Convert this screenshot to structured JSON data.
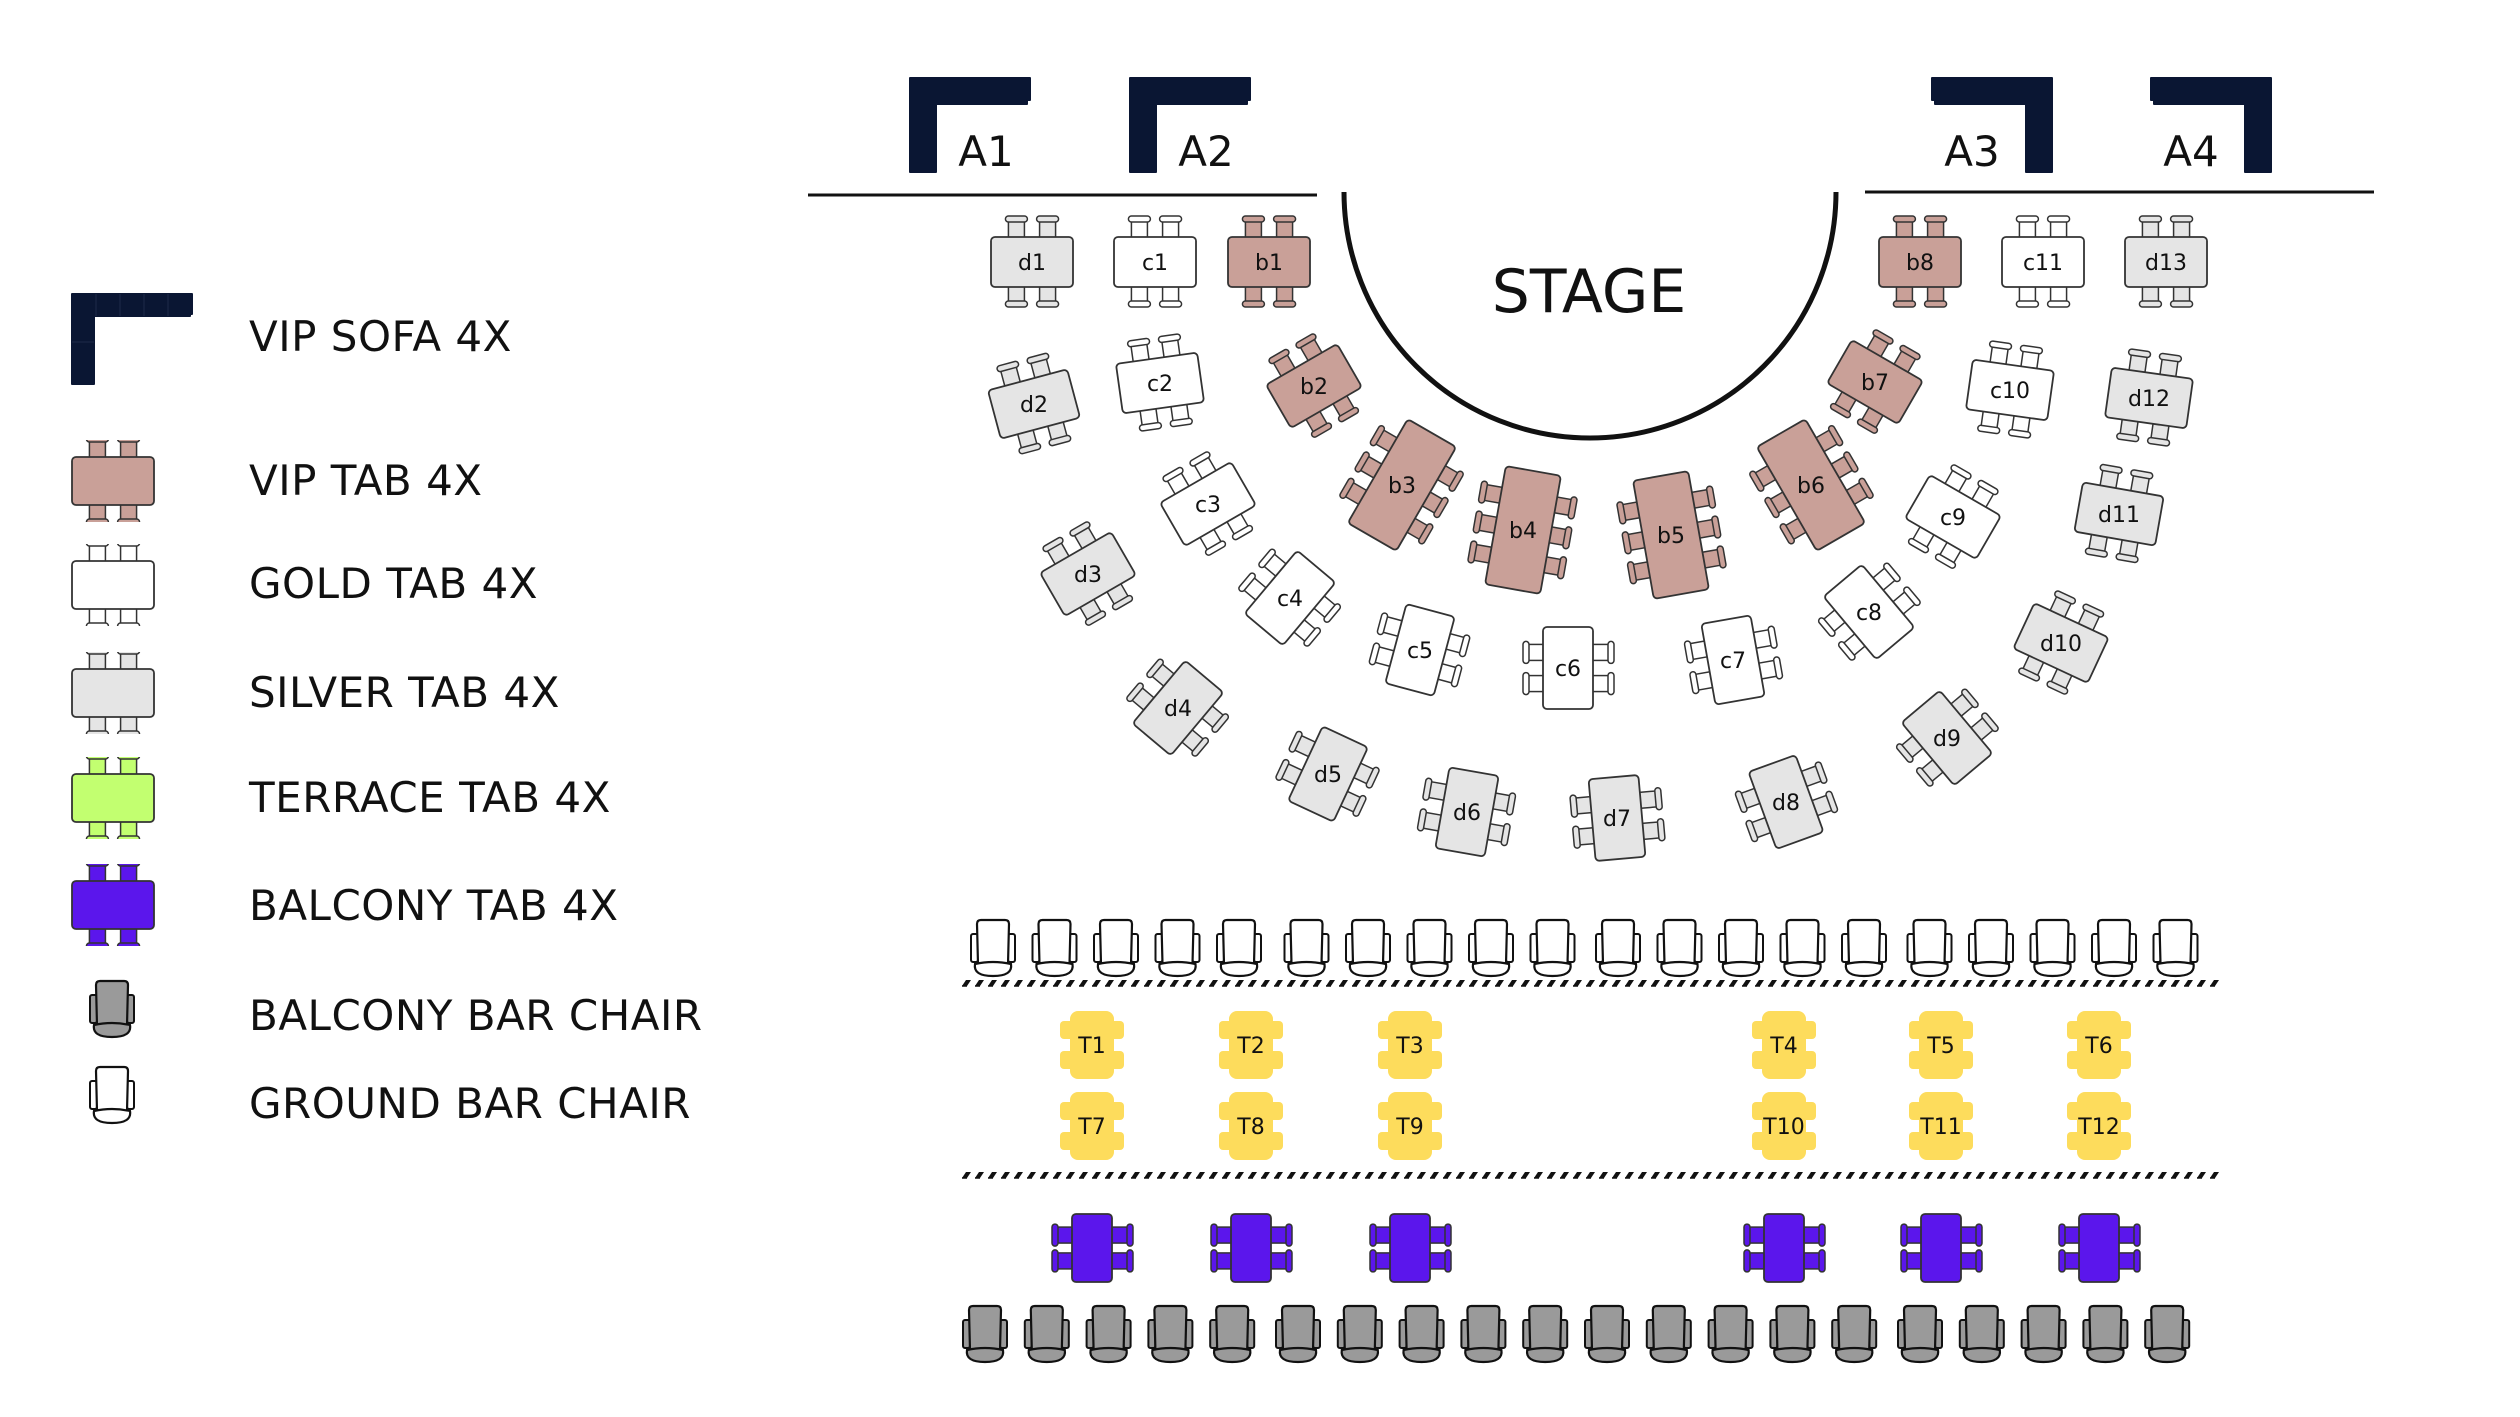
{
  "legend": {
    "items": [
      {
        "key": "vip_sofa",
        "label": "VIP SOFA 4X",
        "icon": "l-sofa-icon"
      },
      {
        "key": "vip_tab",
        "label": "VIP TAB 4X",
        "icon": "table-icon"
      },
      {
        "key": "gold_tab",
        "label": "GOLD TAB 4X",
        "icon": "table-icon"
      },
      {
        "key": "silver_tab",
        "label": "SILVER TAB 4X",
        "icon": "table-icon"
      },
      {
        "key": "terrace_tab",
        "label": "TERRACE TAB 4X",
        "icon": "table-icon"
      },
      {
        "key": "balcony_tab",
        "label": "BALCONY TAB 4X",
        "icon": "table-icon"
      },
      {
        "key": "balcony_bar_chair",
        "label": "BALCONY BAR CHAIR",
        "icon": "bar-chair-icon"
      },
      {
        "key": "ground_bar_chair",
        "label": "GROUND BAR CHAIR",
        "icon": "bar-chair-icon"
      }
    ]
  },
  "colors": {
    "sofa": "#0a1633",
    "vip": "#c9a098",
    "gold": "#ffffff",
    "silver": "#e5e5e5",
    "terrace_legend": "#c2ff70",
    "terrace_map": "#fddc5c",
    "balcony": "#5b16ec",
    "balcony_chair": "#9a9a9a",
    "ground_chair": "#ffffff",
    "outline": "#222222"
  },
  "stage": {
    "label": "STAGE"
  },
  "sofas": [
    {
      "id": "A1",
      "orient": "left"
    },
    {
      "id": "A2",
      "orient": "left"
    },
    {
      "id": "A3",
      "orient": "right"
    },
    {
      "id": "A4",
      "orient": "right"
    }
  ],
  "tables": [
    {
      "id": "d1",
      "tier": "silver"
    },
    {
      "id": "c1",
      "tier": "gold"
    },
    {
      "id": "b1",
      "tier": "vip"
    },
    {
      "id": "b8",
      "tier": "vip"
    },
    {
      "id": "c11",
      "tier": "gold"
    },
    {
      "id": "d13",
      "tier": "silver"
    },
    {
      "id": "d2",
      "tier": "silver"
    },
    {
      "id": "c2",
      "tier": "gold"
    },
    {
      "id": "b2",
      "tier": "vip"
    },
    {
      "id": "b7",
      "tier": "vip"
    },
    {
      "id": "c10",
      "tier": "gold"
    },
    {
      "id": "d12",
      "tier": "silver"
    },
    {
      "id": "b3",
      "tier": "vip",
      "seats": 6
    },
    {
      "id": "b4",
      "tier": "vip",
      "seats": 6
    },
    {
      "id": "b5",
      "tier": "vip",
      "seats": 6
    },
    {
      "id": "b6",
      "tier": "vip",
      "seats": 6
    },
    {
      "id": "c3",
      "tier": "gold"
    },
    {
      "id": "c9",
      "tier": "gold"
    },
    {
      "id": "d3",
      "tier": "silver"
    },
    {
      "id": "d11",
      "tier": "silver"
    },
    {
      "id": "c4",
      "tier": "gold"
    },
    {
      "id": "c5",
      "tier": "gold"
    },
    {
      "id": "c6",
      "tier": "gold"
    },
    {
      "id": "c7",
      "tier": "gold"
    },
    {
      "id": "c8",
      "tier": "gold"
    },
    {
      "id": "d4",
      "tier": "silver"
    },
    {
      "id": "d10",
      "tier": "silver"
    },
    {
      "id": "d5",
      "tier": "silver"
    },
    {
      "id": "d6",
      "tier": "silver"
    },
    {
      "id": "d7",
      "tier": "silver"
    },
    {
      "id": "d8",
      "tier": "silver"
    },
    {
      "id": "d9",
      "tier": "silver"
    }
  ],
  "ground_bar_chairs": 20,
  "terrace_tables": [
    "T1",
    "T2",
    "T3",
    "T4",
    "T5",
    "T6",
    "T7",
    "T8",
    "T9",
    "T10",
    "T11",
    "T12"
  ],
  "balcony_tables": 6,
  "balcony_bar_chairs": 20
}
